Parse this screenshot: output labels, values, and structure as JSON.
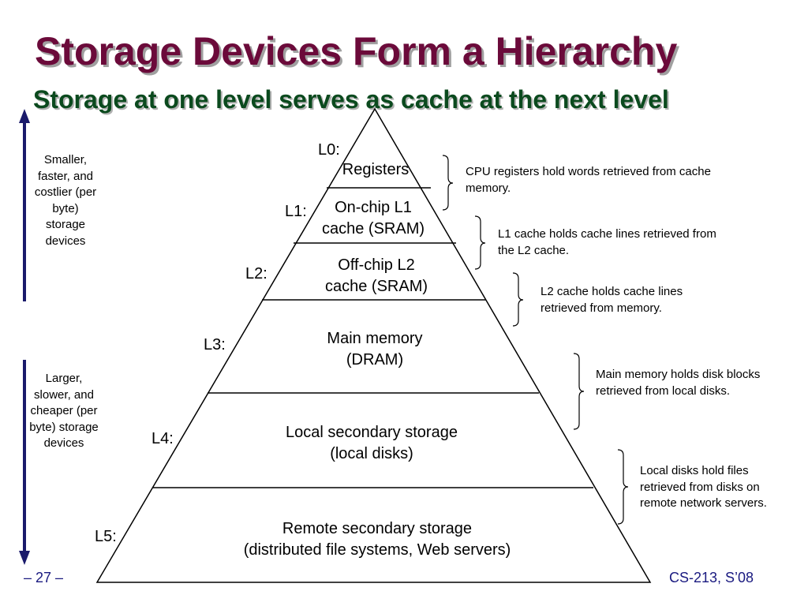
{
  "slide": {
    "title": "Storage Devices Form a Hierarchy",
    "subtitle": "Storage at one level serves as cache at the next level",
    "colors": {
      "title": "#6b0a3a",
      "subtitle": "#0b4a1e",
      "arrows": "#1a1a6b",
      "footer": "#1a1a80"
    }
  },
  "levels": [
    {
      "label": "L0:",
      "tier": [
        "Registers"
      ],
      "note": "CPU registers hold words retrieved from cache memory."
    },
    {
      "label": "L1:",
      "tier": [
        "On-chip L1",
        "cache (SRAM)"
      ],
      "note": "L1 cache holds cache lines retrieved from the L2 cache."
    },
    {
      "label": "L2:",
      "tier": [
        "Off-chip L2",
        "cache (SRAM)"
      ],
      "note": "L2 cache holds cache lines retrieved from memory."
    },
    {
      "label": "L3:",
      "tier": [
        "Main memory",
        "(DRAM)"
      ],
      "note": "Main memory holds disk blocks retrieved from local disks."
    },
    {
      "label": "L4:",
      "tier": [
        "Local secondary storage",
        "(local disks)"
      ],
      "note": "Local disks hold files retrieved from disks on remote network servers."
    },
    {
      "label": "L5:",
      "tier": [
        "Remote secondary storage",
        "(distributed file systems, Web servers)"
      ]
    }
  ],
  "side": {
    "top": "Smaller, faster, and costlier (per byte) storage devices",
    "bottom": "Larger, slower, and cheaper (per byte) storage devices"
  },
  "footer": {
    "page": "– 27 –",
    "course": "CS-213, S’08"
  }
}
